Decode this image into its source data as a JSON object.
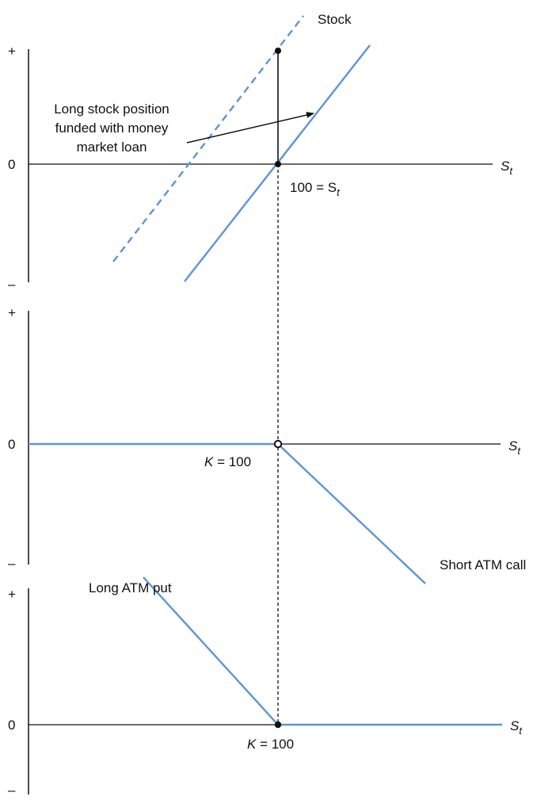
{
  "colors": {
    "payoff_line": "#5b95d8",
    "axis": "#111111",
    "background": "#ffffff"
  },
  "panels": [
    {
      "id": "top",
      "tick_plus": "+",
      "tick_zero": "0",
      "tick_minus": "–",
      "x_axis_label": "S",
      "x_axis_label_sub": "t",
      "stock_label": "Stock",
      "annotation_lines": [
        "Long stock position",
        "funded with money",
        "market loan"
      ],
      "point_label": "100 = S",
      "point_label_sub": "t"
    },
    {
      "id": "middle",
      "tick_plus": "+",
      "tick_zero": "0",
      "tick_minus": "–",
      "x_axis_label": "S",
      "x_axis_label_sub": "t",
      "strike_label_k": "K",
      "strike_label_rest": " = 100",
      "series_label": "Short ATM call"
    },
    {
      "id": "bottom",
      "tick_plus": "+",
      "tick_zero": "0",
      "tick_minus": "–",
      "x_axis_label": "S",
      "x_axis_label_sub": "t",
      "strike_label_k": "K",
      "strike_label_rest": " = 100",
      "series_label": "Long ATM put"
    }
  ]
}
